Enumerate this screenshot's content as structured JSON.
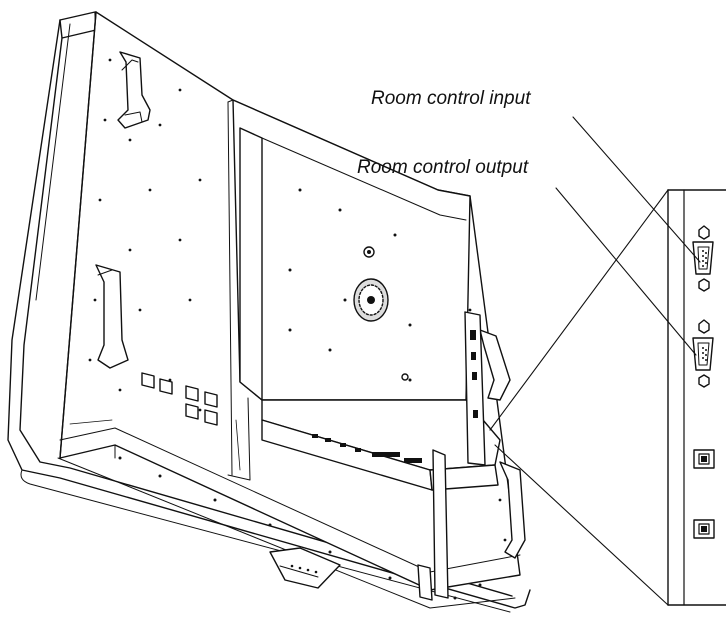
{
  "callouts": {
    "room_control_input": "Room control input",
    "room_control_output": "Room control output"
  },
  "colors": {
    "line": "#111111",
    "background": "#ffffff",
    "panel_fill": "#ffffff"
  },
  "parts": [
    "display-bezel",
    "rear-panel",
    "handles",
    "vesa-mount-plate",
    "cooling-fan",
    "connector-bay",
    "pen-tray",
    "db9-input-port",
    "db9-output-port",
    "usb-b-ports"
  ]
}
